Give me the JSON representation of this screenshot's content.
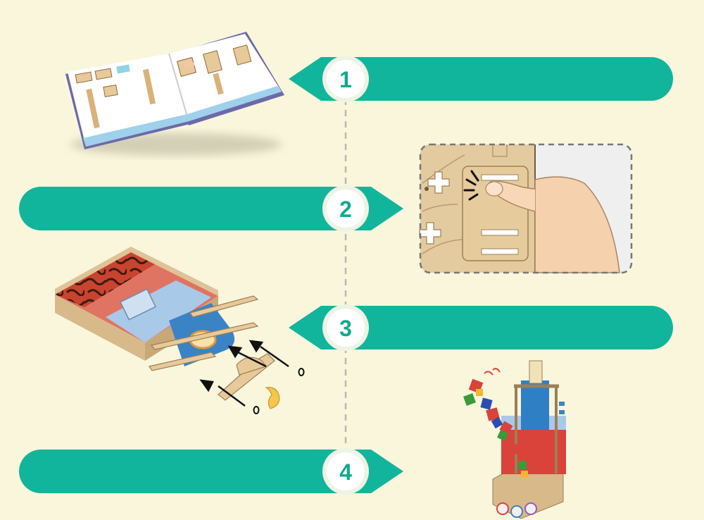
{
  "colors": {
    "background": "#f9f6dc",
    "arrow": "#11b59b",
    "badge_ring": "#eef3e3",
    "number": "#12a88e",
    "connector": "#b9b9b0",
    "wood": "#e8c99a",
    "lava": "#d84c43",
    "blue_panel": "#5b95d2"
  },
  "steps": [
    {
      "number": "1",
      "arrow_direction": "left",
      "illustration": "instruction-booklet"
    },
    {
      "number": "2",
      "arrow_direction": "right",
      "illustration": "press-out-piece"
    },
    {
      "number": "3",
      "arrow_direction": "left",
      "illustration": "assemble-tray"
    },
    {
      "number": "4",
      "arrow_direction": "right",
      "illustration": "finished-toy"
    }
  ]
}
